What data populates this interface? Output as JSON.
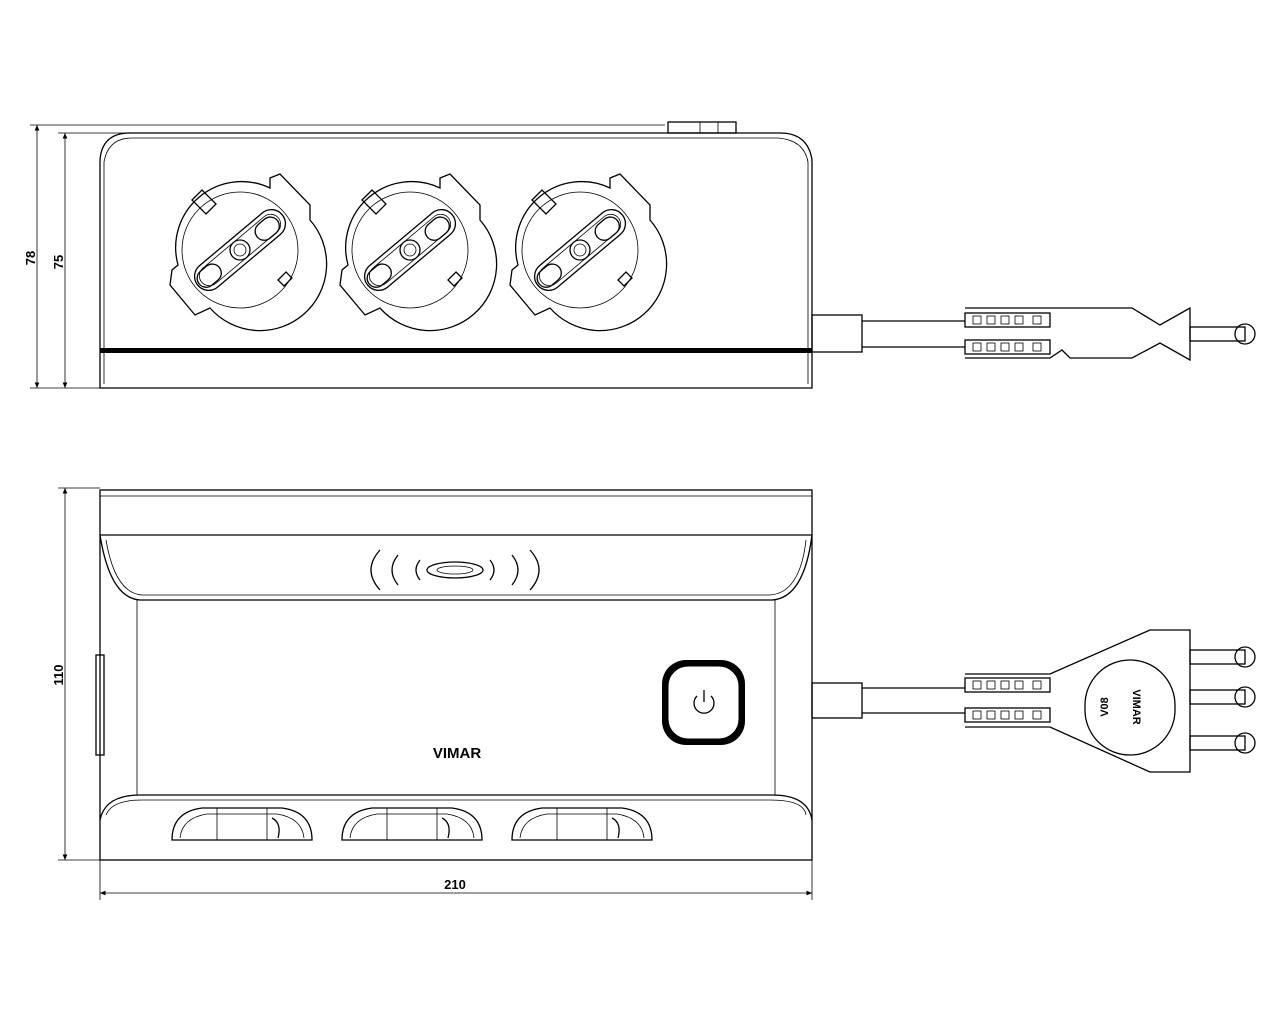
{
  "dimensions": {
    "overall_height": "78",
    "body_height": "75",
    "depth": "110",
    "length": "210"
  },
  "product": {
    "brand_label": "VIMAR",
    "plug_brand": "VIMAR",
    "plug_code": "V08"
  },
  "views": [
    "side-view",
    "top-view"
  ],
  "socket_count": 3,
  "colors": {
    "line": "#000000",
    "background": "#ffffff"
  }
}
